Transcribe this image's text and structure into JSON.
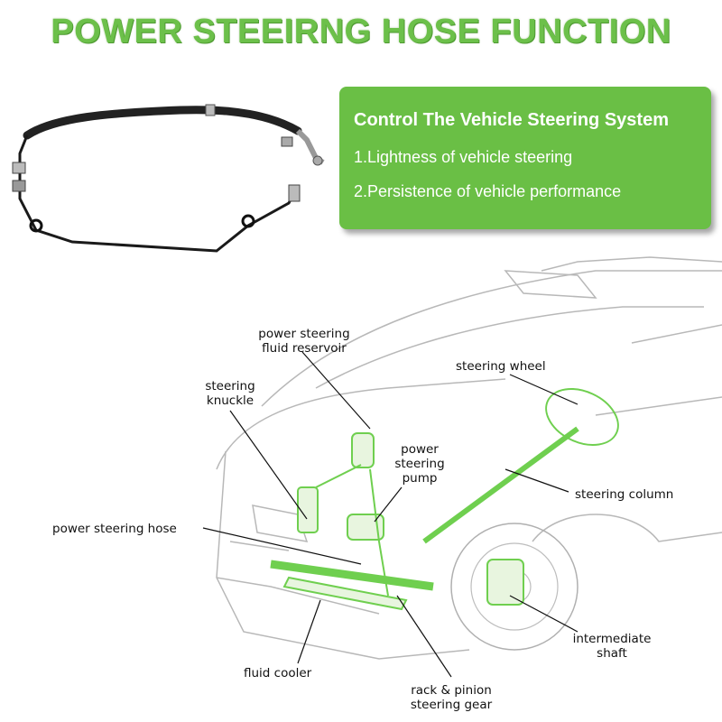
{
  "title": "POWER STEEIRNG HOSE FUNCTION",
  "info_box": {
    "heading": "Control The Vehicle Steering System",
    "lines": [
      "1.Lightness of vehicle steering",
      "2.Persistence of vehicle performance"
    ]
  },
  "labels": {
    "reservoir": [
      "power steering",
      "fluid reservoir"
    ],
    "knuckle": [
      "steering",
      "knuckle"
    ],
    "wheel": "steering wheel",
    "pump": [
      "power",
      "steering",
      "pump"
    ],
    "column": "steering column",
    "hose": "power steering hose",
    "cooler": "fluid cooler",
    "rack": [
      "rack & pinion",
      "steering gear"
    ],
    "shaft": [
      "intermediate",
      "shaft"
    ]
  },
  "colors": {
    "accent": "#6abf45",
    "title": "#6cc04a",
    "highlight": "#6fcf4f"
  }
}
